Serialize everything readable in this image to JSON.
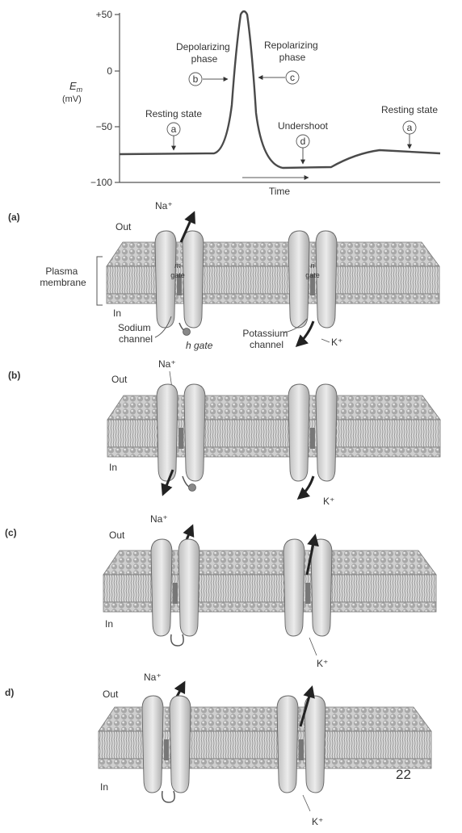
{
  "graph": {
    "y_axis_label_main": "E",
    "y_axis_label_sub": "m",
    "y_axis_unit": "(mV)",
    "y_ticks": [
      "+50",
      "0",
      "−50",
      "−100"
    ],
    "x_axis_label": "Time",
    "phases": {
      "resting_left": "Resting state",
      "depolarizing_1": "Depolarizing",
      "depolarizing_2": "phase",
      "repolarizing_1": "Repolarizing",
      "repolarizing_2": "phase",
      "undershoot": "Undershoot",
      "resting_right": "Resting state"
    },
    "markers": [
      "a",
      "b",
      "c",
      "d",
      "a"
    ]
  },
  "panels": [
    {
      "letter": "(a)",
      "out": "Out",
      "in": "In"
    },
    {
      "letter": "(b)",
      "out": "Out",
      "in": "In"
    },
    {
      "letter": "(c)",
      "out": "Out",
      "in": "In"
    },
    {
      "letter": "d)",
      "out": "Out",
      "in": "In"
    }
  ],
  "ions": {
    "na": "Na⁺",
    "k": "K⁺"
  },
  "labels": {
    "plasma_1": "Plasma",
    "plasma_2": "membrane",
    "sodium_1": "Sodium",
    "sodium_2": "channel",
    "potassium_1": "Potassium",
    "potassium_2": "channel",
    "h_gate": "h gate",
    "m_gate_1": "m",
    "m_gate_2": "gate",
    "n_gate_1": "n",
    "n_gate_2": "gate"
  },
  "page_number": "22"
}
